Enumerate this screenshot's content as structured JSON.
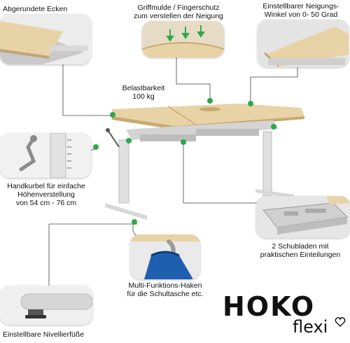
{
  "labels": {
    "rounded_corners": "Abgerundete Ecken",
    "grip_line1": "Griffmulde / Fingerschutz",
    "grip_line2": "zum verstellen der Neigung",
    "tilt_line1": "Einstellbarer Neigungs-",
    "tilt_line2": "Winkel von 0- 50 Grad",
    "load_line1": "Belastbarkeit",
    "load_line2": "100 kg",
    "crank_line1": "Handkurbel für  einfache",
    "crank_line2": "Höhenverstellung",
    "crank_line3": "von 54 cm - 76 cm",
    "drawers_line1": "2 Schubladen mit",
    "drawers_line2": "praktischen Einteilungen",
    "hook_line1": "Multi-Funktions-Haken",
    "hook_line2": "für die Schultasche etc.",
    "feet": "Einstellbare Nivellierfüße"
  },
  "brand": {
    "name": "HOKO",
    "sub": "flexi"
  },
  "colors": {
    "accent_dot": "#2ea84a",
    "wood": "#e8d3a6",
    "frame": "#dcdcdc"
  }
}
